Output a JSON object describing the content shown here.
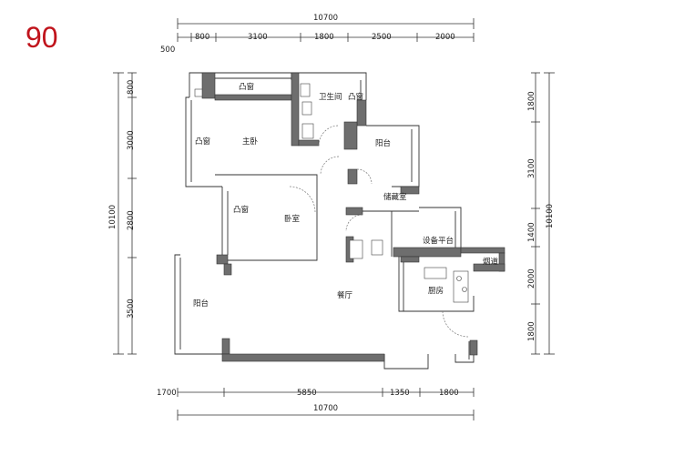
{
  "badge": "90",
  "top_dims": {
    "total": "10700",
    "offset": "500",
    "segments": [
      "800",
      "3100",
      "1800",
      "2500",
      "2000"
    ]
  },
  "bottom_dims": {
    "total": "10700",
    "segments": [
      "1700",
      "5850",
      "1350",
      "1800"
    ]
  },
  "left_dims": {
    "total": "10100",
    "segments": [
      "800",
      "3000",
      "2800",
      "3500"
    ]
  },
  "right_dims": {
    "total": "10100",
    "segments": [
      "1800",
      "3100",
      "1400",
      "2000",
      "1800"
    ]
  },
  "rooms": {
    "bay_top": "凸窗",
    "bath": "卫生间",
    "bay_bath": "凸窗",
    "bay_left": "凸窗",
    "master": "主卧",
    "balcony_right": "阳台",
    "storage": "储藏室",
    "bay_bed2": "凸窗",
    "bedroom": "卧室",
    "equip": "设备平台",
    "shaft": "烟道",
    "balcony_left": "阳台",
    "dining": "餐厅",
    "kitchen": "厨房"
  },
  "colors": {
    "badge": "#c0141c",
    "wall_fill": "#6e6e6e",
    "line": "#333333"
  }
}
